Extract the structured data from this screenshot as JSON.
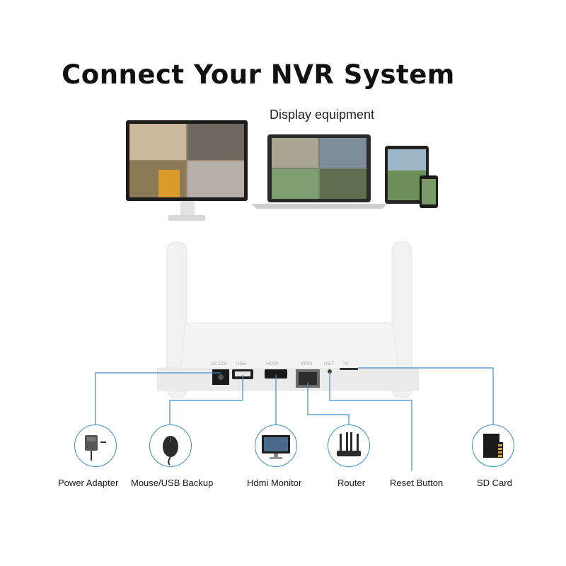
{
  "title": "Connect Your NVR System",
  "display_label": "Display equipment",
  "nvr_ports": [
    "DC12V",
    "USB",
    "HDMI",
    "WAN",
    "RST",
    "TF"
  ],
  "devices": [
    {
      "label": "Power Adapter",
      "icon": "power-adapter-icon"
    },
    {
      "label": "Mouse/USB Backup",
      "icon": "mouse-icon"
    },
    {
      "label": "Hdmi Monitor",
      "icon": "monitor-icon"
    },
    {
      "label": "Router",
      "icon": "router-icon"
    },
    {
      "label": "Reset Button",
      "icon": "reset-icon"
    },
    {
      "label": "SD Card",
      "icon": "sd-card-icon"
    }
  ],
  "colors": {
    "line": "#3d8ec9",
    "device_body": "#f2f2f2",
    "text": "#1a1a1a"
  }
}
